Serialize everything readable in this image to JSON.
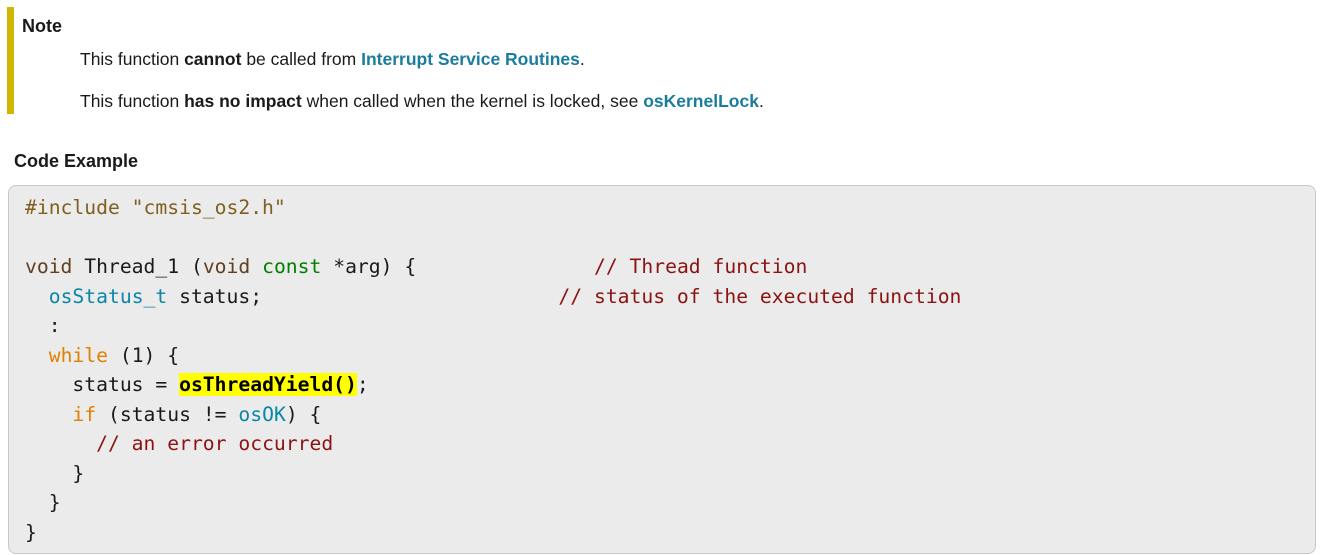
{
  "note": {
    "label": "Note",
    "paragraphs": [
      {
        "segments": [
          {
            "t": "This function ",
            "c": "plain"
          },
          {
            "t": "cannot",
            "c": "bold"
          },
          {
            "t": " be called from ",
            "c": "plain"
          },
          {
            "t": "Interrupt Service Routines",
            "c": "link",
            "name": "interrupt-service-routines-link",
            "i": true
          },
          {
            "t": ".",
            "c": "plain"
          }
        ]
      },
      {
        "segments": [
          {
            "t": "This function ",
            "c": "plain"
          },
          {
            "t": "has no impact",
            "c": "bold"
          },
          {
            "t": " when called when the kernel is locked, see ",
            "c": "plain"
          },
          {
            "t": "osKernelLock",
            "c": "link",
            "name": "oskernellock-link",
            "i": true
          },
          {
            "t": ".",
            "c": "plain"
          }
        ]
      }
    ]
  },
  "code_example": {
    "heading": "Code Example",
    "lines": [
      {
        "segments": [
          {
            "t": "#include \"cmsis_os2.h\"",
            "c": "preprocessor"
          }
        ]
      },
      {
        "segments": [
          {
            "t": " ",
            "c": "plain"
          }
        ]
      },
      {
        "segments": [
          {
            "t": "void",
            "c": "keywordtype"
          },
          {
            "t": " Thread_1 (",
            "c": "plain"
          },
          {
            "t": "void",
            "c": "keywordtype"
          },
          {
            "t": " ",
            "c": "plain"
          },
          {
            "t": "const",
            "c": "keyword"
          },
          {
            "t": " *arg) {               ",
            "c": "plain"
          },
          {
            "t": "// Thread function",
            "c": "comment"
          }
        ]
      },
      {
        "segments": [
          {
            "t": "  ",
            "c": "plain"
          },
          {
            "t": "osStatus_t",
            "c": "codelink",
            "name": "osstatus-t-link",
            "i": true
          },
          {
            "t": " status;                         ",
            "c": "plain"
          },
          {
            "t": "// status of the executed function",
            "c": "comment"
          }
        ]
      },
      {
        "segments": [
          {
            "t": "  :",
            "c": "plain"
          }
        ]
      },
      {
        "segments": [
          {
            "t": "  ",
            "c": "plain"
          },
          {
            "t": "while",
            "c": "keywordflow"
          },
          {
            "t": " (1) {",
            "c": "plain"
          }
        ]
      },
      {
        "segments": [
          {
            "t": "    status = ",
            "c": "plain"
          },
          {
            "t": "osThreadYield()",
            "c": "highlight",
            "name": "osthreadyield-link-highlighted",
            "i": true
          },
          {
            "t": ";",
            "c": "plain"
          }
        ]
      },
      {
        "segments": [
          {
            "t": "    ",
            "c": "plain"
          },
          {
            "t": "if",
            "c": "keywordflow"
          },
          {
            "t": " (status != ",
            "c": "plain"
          },
          {
            "t": "osOK",
            "c": "codelink",
            "name": "osok-link",
            "i": true
          },
          {
            "t": ") {",
            "c": "plain"
          }
        ]
      },
      {
        "segments": [
          {
            "t": "      ",
            "c": "plain"
          },
          {
            "t": "// an error occurred",
            "c": "comment"
          }
        ]
      },
      {
        "segments": [
          {
            "t": "    }",
            "c": "plain"
          }
        ]
      },
      {
        "segments": [
          {
            "t": "  }",
            "c": "plain"
          }
        ]
      },
      {
        "segments": [
          {
            "t": "}",
            "c": "plain"
          }
        ]
      }
    ]
  },
  "colors": {
    "text": "#1a1a1a",
    "note_bar": "#d2b500",
    "note_link": "#1b7d9e",
    "code_bg": "#ebebeb",
    "code_border": "#c4c8d4",
    "code_link": "#0a87a8",
    "preprocessor": "#806020",
    "keyword_type": "#604020",
    "keyword": "#008000",
    "keyword_flow": "#e08000",
    "comment": "#8b1313",
    "highlight_bg": "#ffff00"
  }
}
